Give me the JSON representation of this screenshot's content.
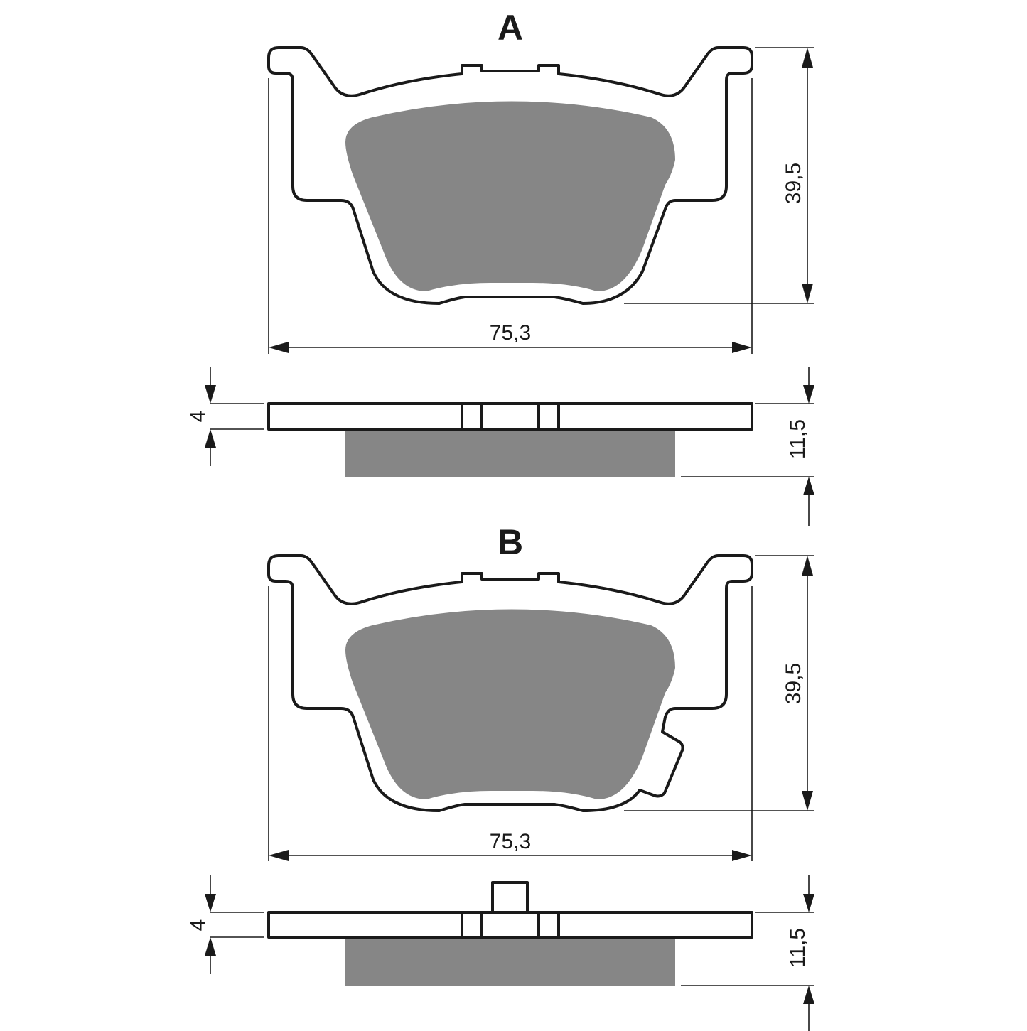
{
  "variants": [
    {
      "letter": "A",
      "width_label": "75,3",
      "height_label": "39,5",
      "backing_label": "4",
      "thickness_label": "11,5"
    },
    {
      "letter": "B",
      "width_label": "75,3",
      "height_label": "39,5",
      "backing_label": "4",
      "thickness_label": "11,5"
    }
  ],
  "colors": {
    "friction_material": "#868686",
    "outline": "#1a1a1a",
    "background": "#ffffff"
  }
}
